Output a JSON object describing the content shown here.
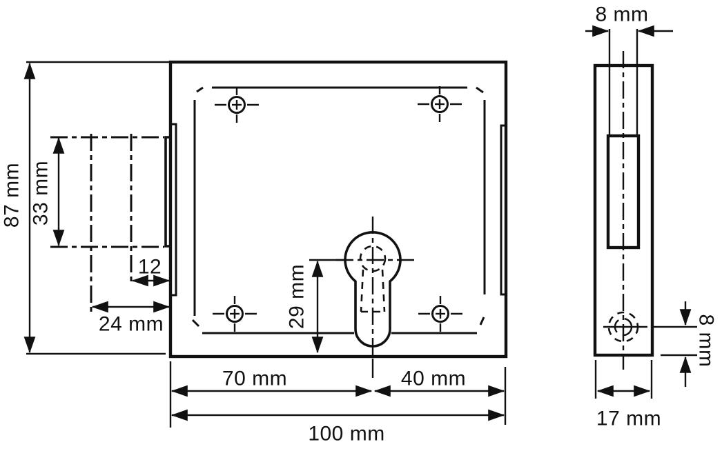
{
  "drawing": {
    "background": "#ffffff",
    "line_color": "#111111",
    "front_view": {
      "height_label": "87 mm",
      "bolt_height_label": "33 mm",
      "bolt_throw_label": "12",
      "bolt_extension_label": "24 mm",
      "cylinder_height_label": "29 mm",
      "backset_label": "70 mm",
      "cylinder_to_edge_label": "40 mm",
      "width_label": "100 mm"
    },
    "side_view": {
      "bolt_width_label": "8 mm",
      "hole_offset_label": "8 mm",
      "depth_label": "17 mm"
    }
  }
}
